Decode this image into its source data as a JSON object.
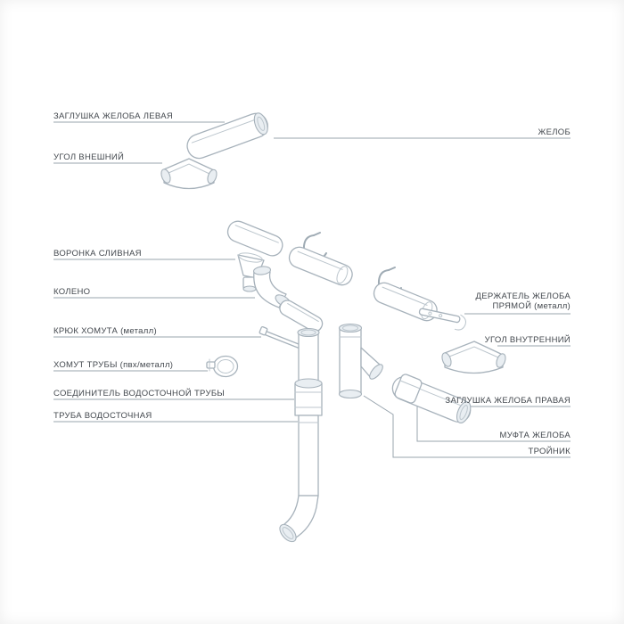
{
  "diagram": {
    "labels_left": [
      {
        "id": "gutter-endcap-left",
        "text": "ЗАГЛУШКА ЖЕЛОБА ЛЕВАЯ"
      },
      {
        "id": "corner-external",
        "text": "УГОЛ ВНЕШНИЙ"
      },
      {
        "id": "funnel",
        "text": "ВОРОНКА СЛИВНАЯ"
      },
      {
        "id": "elbow",
        "text": "КОЛЕНО"
      },
      {
        "id": "clamp-hook",
        "text": "КРЮК ХОМУТА (металл)"
      },
      {
        "id": "pipe-clamp",
        "text": "ХОМУТ ТРУБЫ (пвх/металл)"
      },
      {
        "id": "downpipe-connector",
        "text": "СОЕДИНИТЕЛЬ ВОДОСТОЧНОЙ ТРУБЫ"
      },
      {
        "id": "downpipe",
        "text": "ТРУБА ВОДОСТОЧНАЯ"
      }
    ],
    "labels_right": [
      {
        "id": "gutter",
        "text": "ЖЕЛОБ"
      },
      {
        "id": "gutter-holder-straight",
        "text": "ДЕРЖАТЕЛЬ ЖЕЛОБА ПРЯМОЙ (металл)"
      },
      {
        "id": "corner-internal",
        "text": "УГОЛ ВНУТРЕННИЙ"
      },
      {
        "id": "gutter-endcap-right",
        "text": "ЗАГЛУШКА ЖЕЛОБА ПРАВАЯ"
      },
      {
        "id": "gutter-coupling",
        "text": "МУФТА ЖЕЛОБА"
      },
      {
        "id": "tee",
        "text": "ТРОЙНИК"
      }
    ],
    "colors": {
      "artwork_line": "#a7b2bb",
      "leader_line": "#98a4ae",
      "label_text": "#43484e",
      "background": "#ffffff"
    }
  }
}
